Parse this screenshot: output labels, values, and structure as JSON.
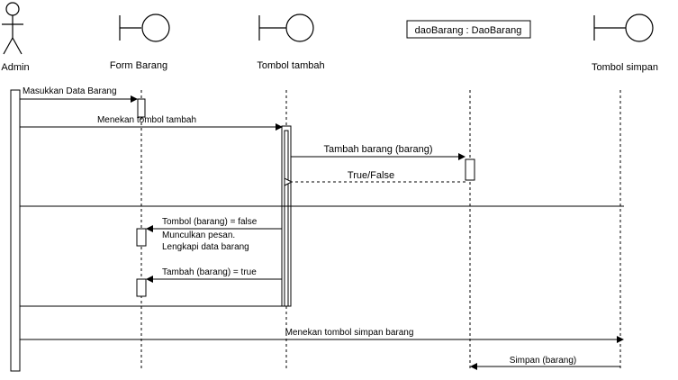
{
  "participants": {
    "admin": "Admin",
    "form_barang": "Form Barang",
    "tombol_tambah": "Tombol tambah",
    "dao_barang": "daoBarang : DaoBarang",
    "tombol_simpan": "Tombol simpan"
  },
  "messages": {
    "m1": "Masukkan Data Barang",
    "m2": "Menekan tombol tambah",
    "m3": "Tambah barang (barang)",
    "m4": "True/False",
    "m5": "Tombol (barang) = false",
    "m5_note_1": "Munculkan pesan.",
    "m5_note_2": "Lengkapi data barang",
    "m6": "Tambah (barang) = true",
    "m7": "Menekan tombol simpan barang",
    "m8": "Simpan (barang)"
  },
  "colors": {
    "line": "#000000",
    "background": "#ffffff"
  }
}
